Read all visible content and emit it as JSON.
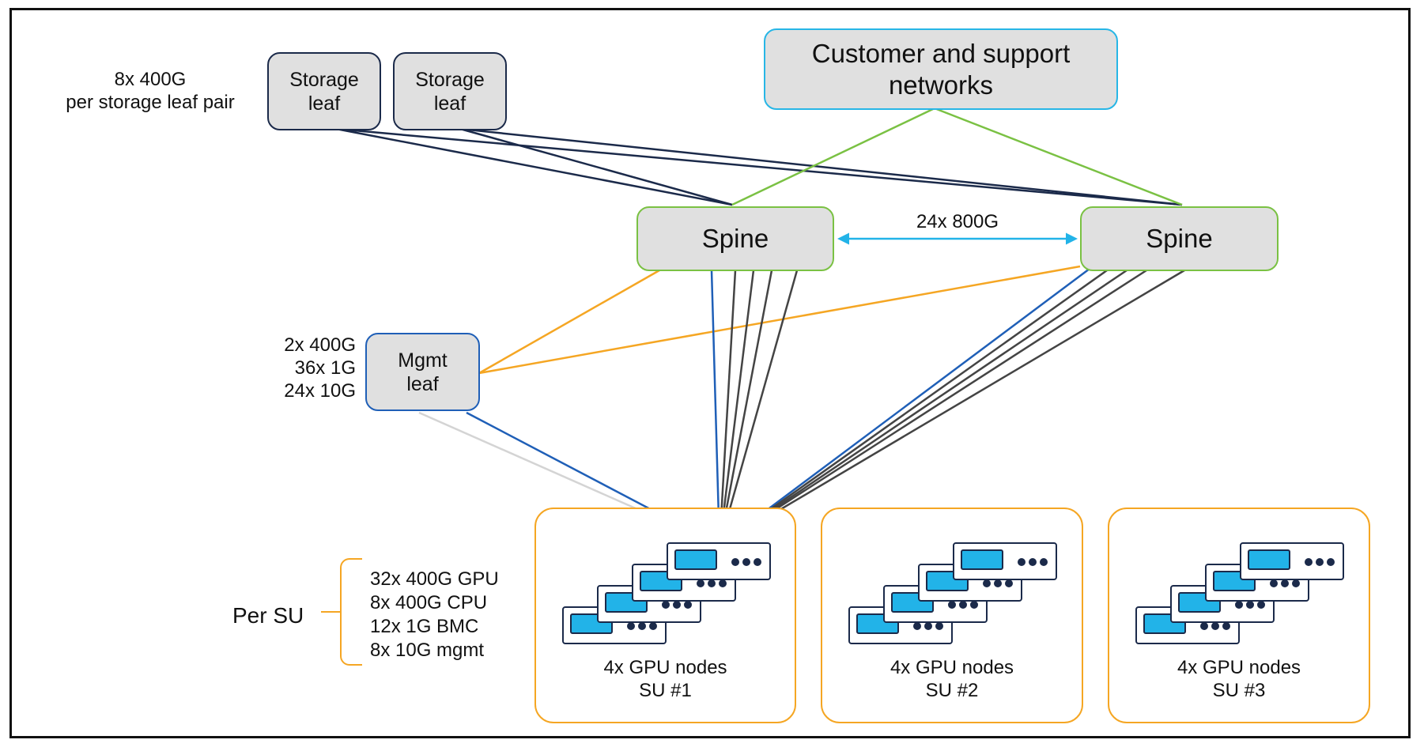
{
  "storage_note": {
    "line1": "8x 400G",
    "line2": "per storage leaf pair"
  },
  "storage_leaf_1": {
    "line1": "Storage",
    "line2": "leaf"
  },
  "storage_leaf_2": {
    "line1": "Storage",
    "line2": "leaf"
  },
  "customer_networks": {
    "line1": "Customer and support",
    "line2": "networks"
  },
  "spine_left": {
    "label": "Spine"
  },
  "spine_right": {
    "label": "Spine"
  },
  "spine_link": {
    "label": "24x 800G"
  },
  "mgmt_note": {
    "line1": "2x 400G",
    "line2": "36x 1G",
    "line3": "24x 10G"
  },
  "mgmt_leaf": {
    "line1": "Mgmt",
    "line2": "leaf"
  },
  "per_su": {
    "label": "Per SU",
    "items": [
      "32x 400G GPU",
      "8x 400G CPU",
      "12x 1G BMC",
      "8x 10G mgmt"
    ]
  },
  "scalable_units": [
    {
      "line1": "4x GPU nodes",
      "line2": "SU #1"
    },
    {
      "line1": "4x GPU nodes",
      "line2": "SU #2"
    },
    {
      "line1": "4x GPU nodes",
      "line2": "SU #3"
    }
  ],
  "colors": {
    "storage_links": "#1b2a4a",
    "customer_links": "#7ac143",
    "spine_interlink": "#22b3e8",
    "mgmt_links": "#f5a623",
    "gpu_links": "#444444",
    "mgmt_to_nodes": "#1f5fb7",
    "bmc_link": "#d4d4d4"
  }
}
